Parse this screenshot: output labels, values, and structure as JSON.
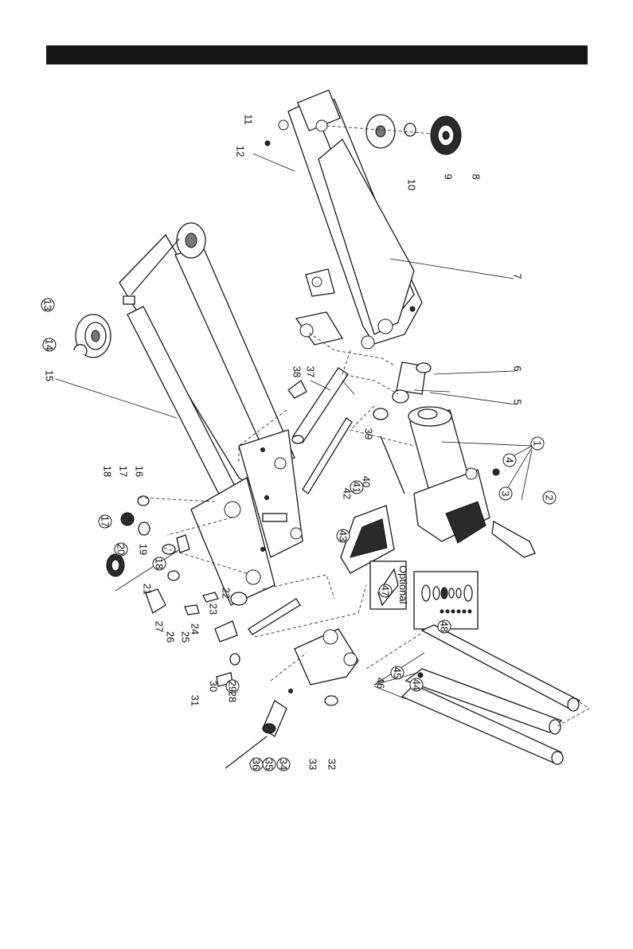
{
  "header": {
    "text": ""
  },
  "parts": [
    {
      "num": "1",
      "circled": true
    },
    {
      "num": "2",
      "circled": true
    },
    {
      "num": "3",
      "circled": true
    },
    {
      "num": "4",
      "circled": true
    },
    {
      "num": "5",
      "circled": false
    },
    {
      "num": "6",
      "circled": false
    },
    {
      "num": "7",
      "circled": false
    },
    {
      "num": "8",
      "circled": false
    },
    {
      "num": "9",
      "circled": false
    },
    {
      "num": "10",
      "circled": false
    },
    {
      "num": "11",
      "circled": false
    },
    {
      "num": "12",
      "circled": false
    },
    {
      "num": "13",
      "circled": true
    },
    {
      "num": "14",
      "circled": true
    },
    {
      "num": "15",
      "circled": false
    },
    {
      "num": "16",
      "circled": false
    },
    {
      "num": "17",
      "circled": false
    },
    {
      "num": "18",
      "circled": false
    },
    {
      "num": "19",
      "circled": false
    },
    {
      "num": "20",
      "circled": true
    },
    {
      "num": "21",
      "circled": false
    },
    {
      "num": "22",
      "circled": false
    },
    {
      "num": "23",
      "circled": false
    },
    {
      "num": "24",
      "circled": false
    },
    {
      "num": "25",
      "circled": false
    },
    {
      "num": "26",
      "circled": false
    },
    {
      "num": "27",
      "circled": false
    },
    {
      "num": "28",
      "circled": false
    },
    {
      "num": "29",
      "circled": true
    },
    {
      "num": "30",
      "circled": false
    },
    {
      "num": "31",
      "circled": false
    },
    {
      "num": "32",
      "circled": false
    },
    {
      "num": "33",
      "circled": false
    },
    {
      "num": "34",
      "circled": true
    },
    {
      "num": "35",
      "circled": true
    },
    {
      "num": "36",
      "circled": true
    },
    {
      "num": "37",
      "circled": false
    },
    {
      "num": "38",
      "circled": false
    },
    {
      "num": "39",
      "circled": false
    },
    {
      "num": "40",
      "circled": false
    },
    {
      "num": "41",
      "circled": true
    },
    {
      "num": "42",
      "circled": false
    },
    {
      "num": "43",
      "circled": true
    },
    {
      "num": "44",
      "circled": true
    },
    {
      "num": "45",
      "circled": true
    },
    {
      "num": "46",
      "circled": false
    },
    {
      "num": "47",
      "circled": true
    },
    {
      "num": "48",
      "circled": true
    },
    {
      "num": "17",
      "circled": true
    },
    {
      "num": "18",
      "circled": true
    }
  ],
  "optional_label": "Optional"
}
